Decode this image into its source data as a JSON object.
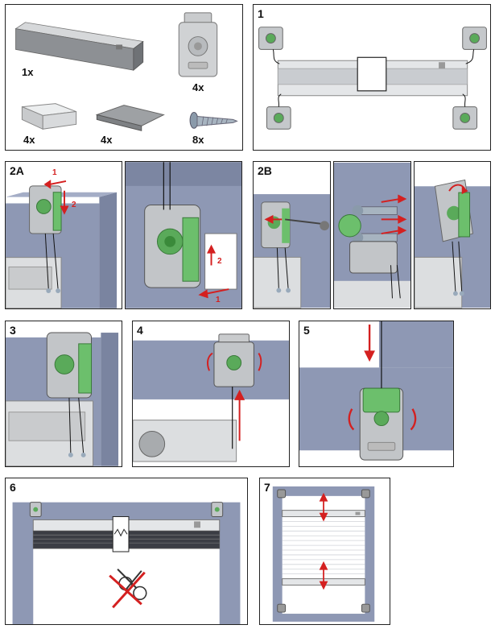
{
  "parts": {
    "rail_qty": "1x",
    "bracket_qty": "4x",
    "clip_qty": "4x",
    "cap_qty": "4x",
    "screw_qty": "8x"
  },
  "steps": {
    "s1": "1",
    "s2a": "2A",
    "s2b": "2B",
    "s3": "3",
    "s4": "4",
    "s5": "5",
    "s6": "6",
    "s7": "7"
  },
  "arrow_labels": {
    "a1": "1",
    "a2": "2",
    "b1": "1",
    "b2": "2"
  },
  "colors": {
    "accent_red": "#d42020",
    "gear_green": "#4fae4f",
    "wall_blue": "#8e98b4",
    "bracket_grey": "#b9bcbf"
  }
}
